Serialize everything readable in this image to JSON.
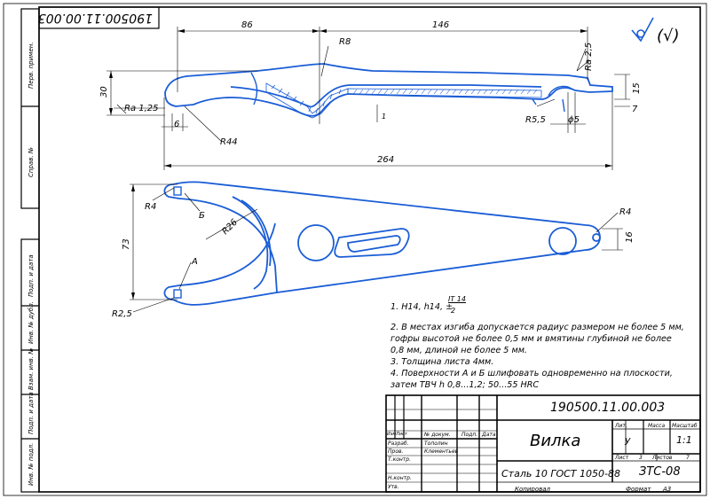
{
  "sheet": {
    "code_rotated": "190500.11.00.003",
    "side_labels": [
      "Перв. примен.",
      "Справ. №",
      "Подп. и дата",
      "Инв. № дубл.",
      "Взам. инв. №",
      "Подп. и дата",
      "Инв. № подл."
    ]
  },
  "drawing": {
    "dims": {
      "d86": "86",
      "d146": "146",
      "r8": "R8",
      "ra25": "Ra 2,5",
      "d30": "30",
      "ra125": "Ra 1,25",
      "d6": "6",
      "r44": "R44",
      "d264": "264",
      "r55": "R5,5",
      "d5": "ϕ5",
      "d15": "15",
      "d7": "7",
      "d1": "1",
      "r4a": "R4",
      "b": "Б",
      "r26": "R26",
      "d73": "73",
      "a": "А",
      "r25": "R2,5",
      "r4b": "R4",
      "d16": "16"
    },
    "roughness": "(√)"
  },
  "notes": [
    "1. H14, h14, ±",
    "IT 14",
    "2",
    "2. В местах изгиба допускается радиус размером не более 5 мм,",
    "гофры высотой не более 0,5 мм и вмятины глубиной не более",
    "0,8 мм, длиной не более 5 мм.",
    "3. Толщина листа 4мм.",
    "4. Поверхности А и Б шлифовать одновременно на плоскости,",
    "затем ТВЧ h 0,8...1,2; 50...55 HRC"
  ],
  "title_block": {
    "code": "190500.11.00.003",
    "name": "Вилка",
    "material": "Сталь 10 ГОСТ 1050-88",
    "org": "ЗТС-08",
    "hdr": [
      "Изм",
      "Лист",
      "№ докум.",
      "Подп.",
      "Дата"
    ],
    "roles": [
      "Разраб.",
      "Пров.",
      "Т.контр.",
      "",
      "Н.контр.",
      "Утв."
    ],
    "people": [
      "Тополин",
      "Клементьев"
    ],
    "lit": "Лит.",
    "mass": "Масса",
    "scale": "Масштаб",
    "lit_val": "у",
    "scale_val": "1:1",
    "sheet_lbl": "Лист",
    "sheet_num": "3",
    "sheets_lbl": "Листов",
    "sheets_num": "7",
    "copied": "Копировал",
    "format": "Формат",
    "format_val": "А3"
  }
}
